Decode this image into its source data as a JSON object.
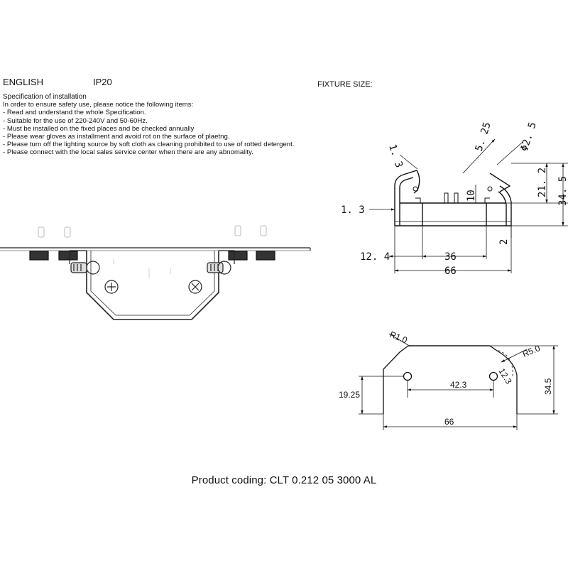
{
  "header": {
    "language": "ENGLISH",
    "ip_rating": "IP20",
    "fixture_size_label": "FIXTURE SIZE:"
  },
  "specification": {
    "title": "Specification of installation",
    "intro": "In order to ensure safety use, please notice the following items:",
    "items": [
      "- Read and understand the whole Specification.",
      "- Suitable for the use of 220-240V and 50-60Hz.",
      "- Must be installed on the fixed places and be checked annually",
      "- Please wear gloves as installment and avoid rot on the surface of plaetng.",
      "- Please turn off the lighting source by soft cloth as cleaning prohibited to use of rotted detergent.",
      "- Please connect with the local sales service center when there are any abnomality."
    ]
  },
  "profile_dimensions": {
    "d_1_3_top": "1. 3",
    "d_5_25": "5. 25",
    "d_phi_2_5": "Φ2. 5",
    "d_10": "10",
    "d_21_2": "21. 2",
    "d_34_5": "34. 5",
    "d_1_3_left": "1. 3",
    "d_2": "2",
    "d_12_4": "12. 4",
    "d_36": "36",
    "d_66": "66"
  },
  "plate_dimensions": {
    "r_1_0": "R1.0",
    "r_5_0": "R5.0",
    "d_12_3": "12.3",
    "d_42_3": "42.3",
    "d_19_25": "19.25",
    "d_34_5": "34.5",
    "d_66": "66"
  },
  "product_coding": "Product coding: CLT 0.212 05 3000 AL"
}
